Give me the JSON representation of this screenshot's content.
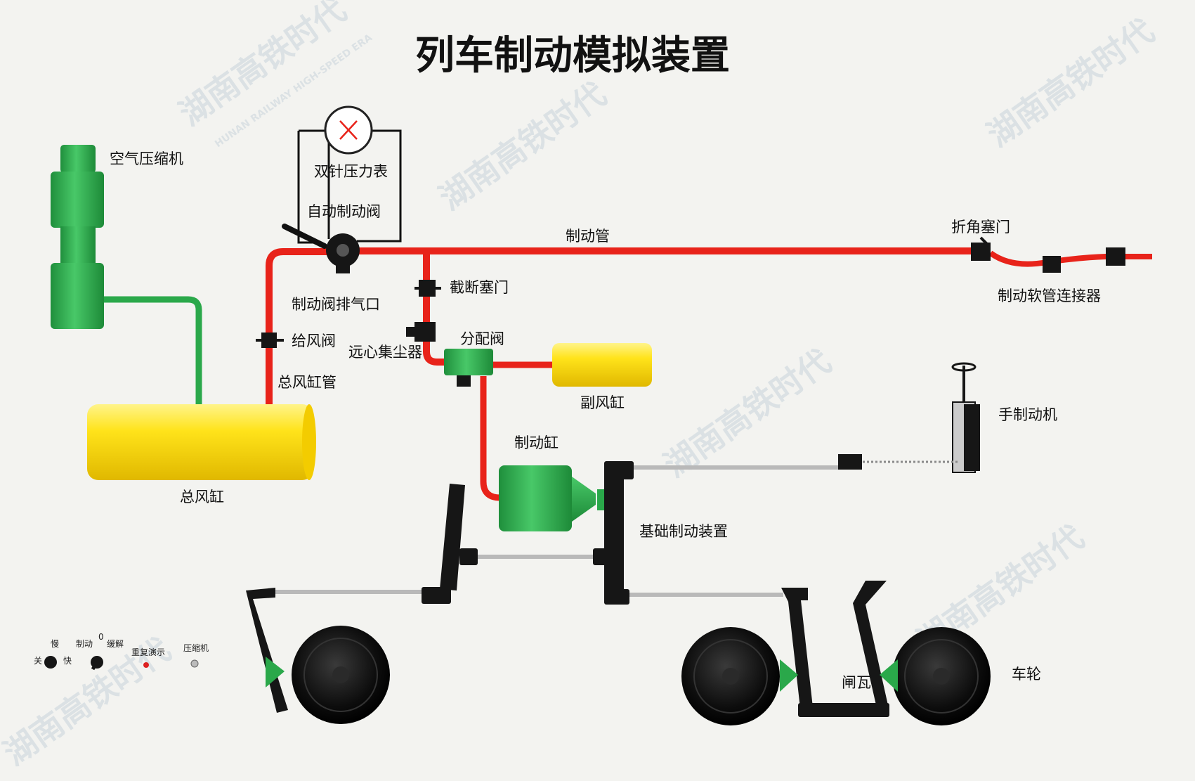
{
  "title": "列车制动模拟装置",
  "watermark": {
    "cn": "湖南高铁时代",
    "en": "HUNAN RAILWAY HIGH-SPEED ERA"
  },
  "labels": {
    "compressor": "空气压缩机",
    "gauge": "双针压力表",
    "auto_valve": "自动制动阀",
    "brake_pipe": "制动管",
    "angle_cock": "折角塞门",
    "hose_coupler": "制动软管连接器",
    "valve_exhaust": "制动阀排气口",
    "cutout_cock": "截断塞门",
    "feed_valve": "给风阀",
    "dust_collector": "远心集尘器",
    "distributor": "分配阀",
    "main_res_pipe": "总风缸管",
    "aux_reservoir": "副风缸",
    "hand_brake": "手制动机",
    "brake_cylinder": "制动缸",
    "main_reservoir": "总风缸",
    "foundation_brake": "基础制动装置",
    "brake_shoe": "闸瓦",
    "wheel": "车轮"
  },
  "controls": {
    "speed_slow": "慢",
    "speed_off": "关",
    "speed_fast": "快",
    "mode_brake": "制动",
    "mode_zero": "0",
    "mode_release": "缓解",
    "repeat_demo": "重复演示",
    "compressor": "压缩机"
  },
  "colors": {
    "pipe": "#e8231a",
    "green": "#2aa84a",
    "yellow": "#ffe11a",
    "lever": "#161616",
    "rod": "#b9b9b9"
  }
}
